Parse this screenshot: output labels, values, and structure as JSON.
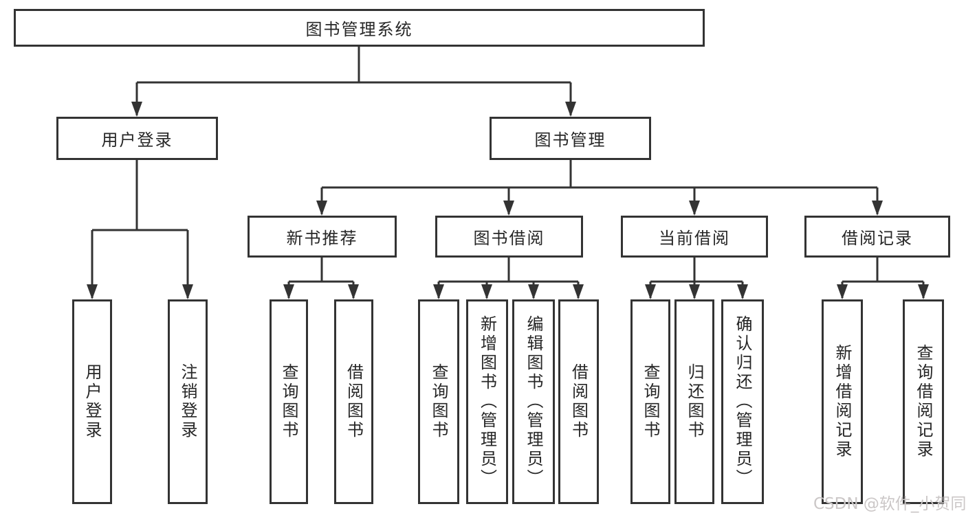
{
  "diagram": {
    "title": "图书管理系统",
    "colors": {
      "line": "#333333",
      "border": "#333333",
      "text": "#262626",
      "background": "#ffffff",
      "watermark": "#cbc7c7"
    },
    "watermark": "CSDN @软件_小贺同学",
    "nodes": {
      "root": {
        "label": "图书管理系统"
      },
      "user_login": {
        "label": "用户登录"
      },
      "book_mgmt": {
        "label": "图书管理"
      },
      "new_book_rec": {
        "label": "新书推荐"
      },
      "book_borrow": {
        "label": "图书借阅"
      },
      "current_borrow": {
        "label": "当前借阅"
      },
      "borrow_records": {
        "label": "借阅记录"
      },
      "leaf_user_login": {
        "label": "用户登录"
      },
      "leaf_logout": {
        "label": "注销登录"
      },
      "leaf_query_books_rec": {
        "label": "查询图书"
      },
      "leaf_borrow_books_rec": {
        "label": "借阅图书"
      },
      "leaf_query_books_borrow": {
        "label": "查询图书"
      },
      "leaf_add_book_admin": {
        "label": "新增图书（管理员）"
      },
      "leaf_edit_book_admin": {
        "label": "编辑图书（管理员）"
      },
      "leaf_borrow_books": {
        "label": "借阅图书"
      },
      "leaf_query_books_cur": {
        "label": "查询图书"
      },
      "leaf_return_book": {
        "label": "归还图书"
      },
      "leaf_confirm_return_admin": {
        "label": "确认归还（管理员）"
      },
      "leaf_add_borrow_record": {
        "label": "新增借阅记录"
      },
      "leaf_query_borrow_record": {
        "label": "查询借阅记录"
      }
    },
    "hierarchy": {
      "图书管理系统": {
        "用户登录": [
          "用户登录",
          "注销登录"
        ],
        "图书管理": {
          "新书推荐": [
            "查询图书",
            "借阅图书"
          ],
          "图书借阅": [
            "查询图书",
            "新增图书（管理员）",
            "编辑图书（管理员）",
            "借阅图书"
          ],
          "当前借阅": [
            "查询图书",
            "归还图书",
            "确认归还（管理员）"
          ],
          "借阅记录": [
            "新增借阅记录",
            "查询借阅记录"
          ]
        }
      }
    }
  }
}
